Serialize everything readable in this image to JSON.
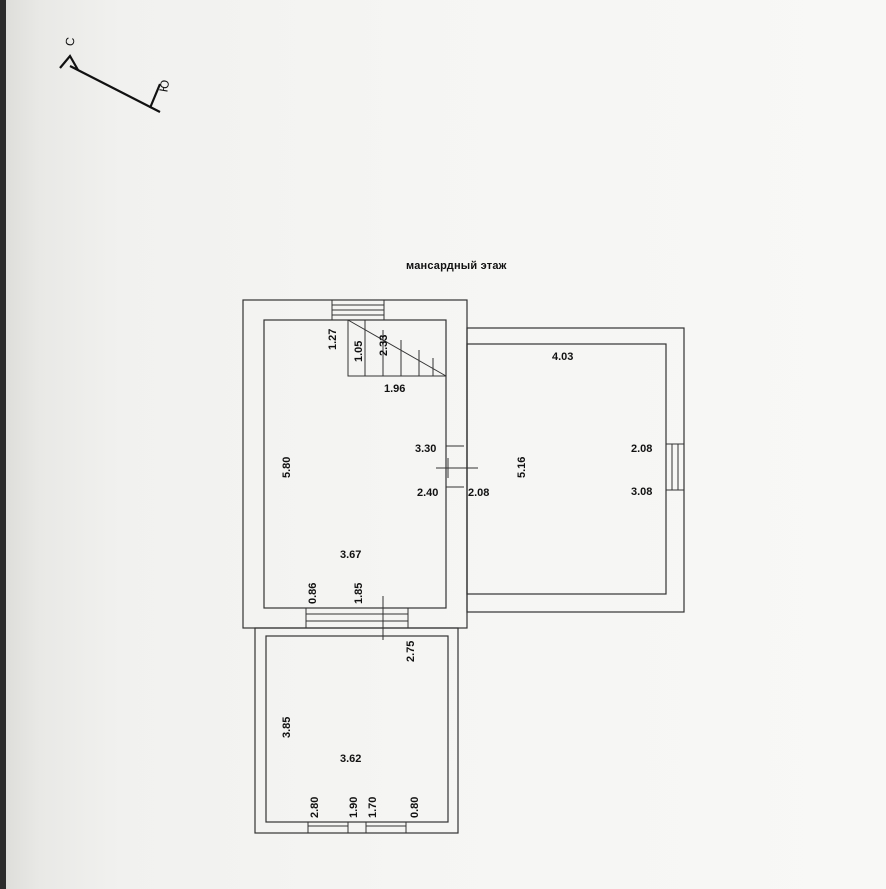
{
  "title": "мансардный этаж",
  "compass": {
    "north": "С",
    "south": "Ю"
  },
  "dimensions": {
    "stair_1": "1.27",
    "stair_2": "1.05",
    "stair_3": "2.33",
    "stair_width": "1.96",
    "room1_height": "5.80",
    "room1_width": "3.67",
    "door_a": "3.30",
    "door_b": "2.40",
    "door_c": "2.08",
    "room2_width": "4.03",
    "room2_height": "5.16",
    "window_a": "2.08",
    "window_b": "3.08",
    "bottom_a": "0.86",
    "bottom_b": "1.85",
    "bottom_c": "2.75",
    "room3_height": "3.85",
    "room3_width": "3.62",
    "w_a": "2.80",
    "w_b": "1.90",
    "w_c": "1.70",
    "w_d": "0.80"
  }
}
